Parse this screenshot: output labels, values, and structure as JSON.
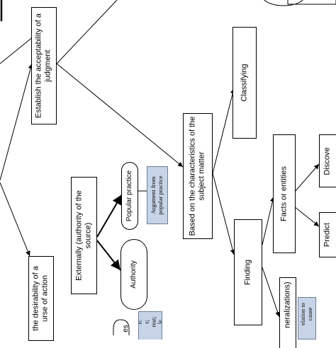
{
  "nodes": {
    "acceptability": "Establish the acceptability of a judgment",
    "desirability": [
      "the desirability of a",
      "urse of action"
    ],
    "characteristics": "Based on the characteristics of the subject matter",
    "classifying": "Classifying",
    "externally": "Externally (authority of the source)",
    "popular_practice": "Popular practice",
    "authority": "Authority",
    "argument_popular": "Argument from popular practice",
    "finding": "Finding",
    "facts_entities": "Facts or entities",
    "discover": "Discove",
    "predict": "Predict",
    "generalizations": "neralizations)",
    "relation_cause": [
      "elation to",
      "cause"
    ],
    "partial_es": "es",
    "partial_n": [
      "n:",
      "s;",
      "reat;",
      "le"
    ]
  },
  "colors": {
    "line": "#000000",
    "note_fill": "#c7d3e6",
    "note_border": "#6e7f99"
  }
}
